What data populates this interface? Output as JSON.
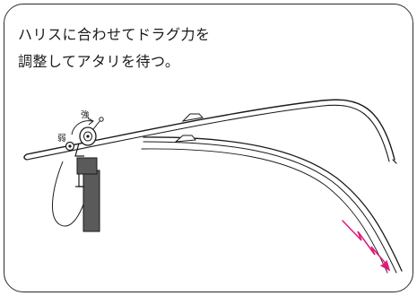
{
  "caption": {
    "line1": "ハリスに合わせてドラグ力を",
    "line2": "調整してアタリを待つ。"
  },
  "labels": {
    "strong": "強",
    "weak": "弱"
  },
  "colors": {
    "line": "#1a1a1a",
    "bite_arrow": "#e2187a",
    "holder": "#5a5a5a",
    "rod_fill": "#ffffff"
  }
}
